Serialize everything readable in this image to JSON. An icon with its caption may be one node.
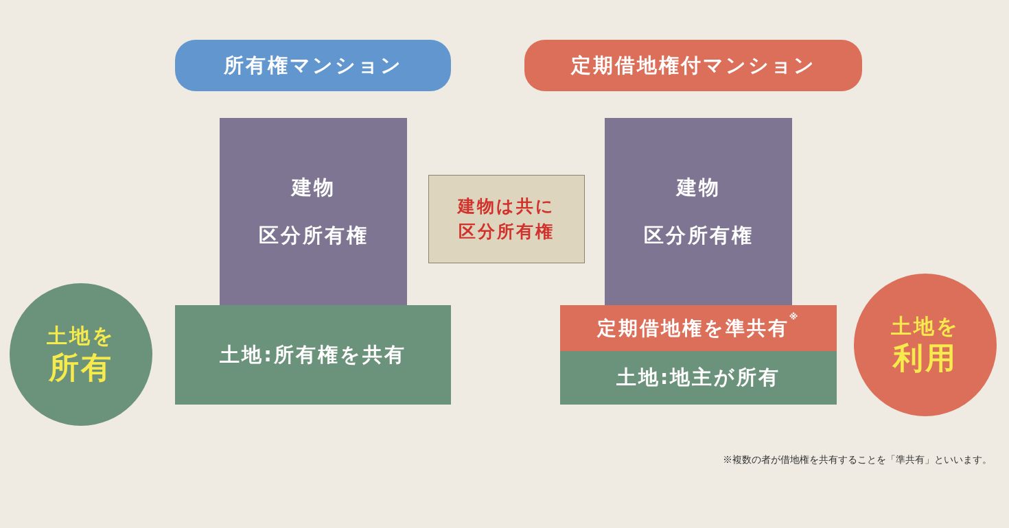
{
  "diagram": {
    "nodes": [
      {
        "text": [
          "所有権マンション"
        ]
      },
      {
        "text": [
          "定期借地権付マンション"
        ]
      },
      {
        "text": [
          "建物",
          "区分所有権"
        ]
      },
      {
        "text": [
          "土地:所有権を共有"
        ]
      },
      {
        "text": [
          "建物は共に区分所有権"
        ]
      },
      {
        "text": [
          "建物",
          "区分所有権"
        ]
      },
      {
        "text": [
          "定期借地権を準共有$^{※}$"
        ]
      },
      {
        "text": [
          "土地:地主が所有"
        ]
      },
      {
        "text": [
          "土地を",
          "所有"
        ]
      },
      {
        "text": [
          "土地を",
          "利用"
        ]
      }
    ],
    "labels": [
      "※複数の者が借地権を共有することを「準共有」といいます。"
    ]
  }
}
